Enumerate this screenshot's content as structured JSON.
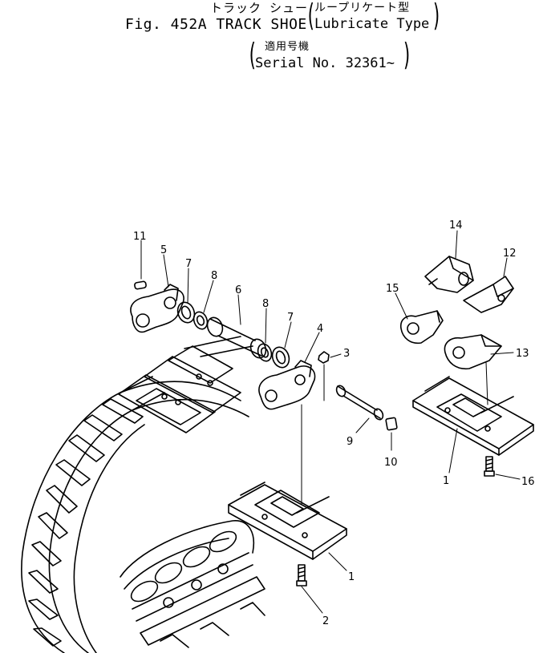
{
  "header": {
    "japanese_title": "トラック シュー",
    "figure_title": "Fig. 452A TRACK SHOE",
    "type_japanese": "ループリケート型",
    "type_english": "Lubricate Type",
    "serial_japanese": "適用号機",
    "serial_text": "Serial No. 32361~",
    "paren_open": "(",
    "paren_close": ")"
  },
  "callouts": [
    {
      "id": "c11",
      "label": "11"
    },
    {
      "id": "c5",
      "label": "5"
    },
    {
      "id": "c7a",
      "label": "7"
    },
    {
      "id": "c8a",
      "label": "8"
    },
    {
      "id": "c6",
      "label": "6"
    },
    {
      "id": "c8b",
      "label": "8"
    },
    {
      "id": "c7b",
      "label": "7"
    },
    {
      "id": "c4",
      "label": "4"
    },
    {
      "id": "c3",
      "label": "3"
    },
    {
      "id": "c14",
      "label": "14"
    },
    {
      "id": "c12",
      "label": "12"
    },
    {
      "id": "c15",
      "label": "15"
    },
    {
      "id": "c13",
      "label": "13"
    },
    {
      "id": "c9",
      "label": "9"
    },
    {
      "id": "c10",
      "label": "10"
    },
    {
      "id": "c1a",
      "label": "1"
    },
    {
      "id": "c16",
      "label": "16"
    },
    {
      "id": "c1b",
      "label": "1"
    },
    {
      "id": "c2",
      "label": "2"
    }
  ]
}
